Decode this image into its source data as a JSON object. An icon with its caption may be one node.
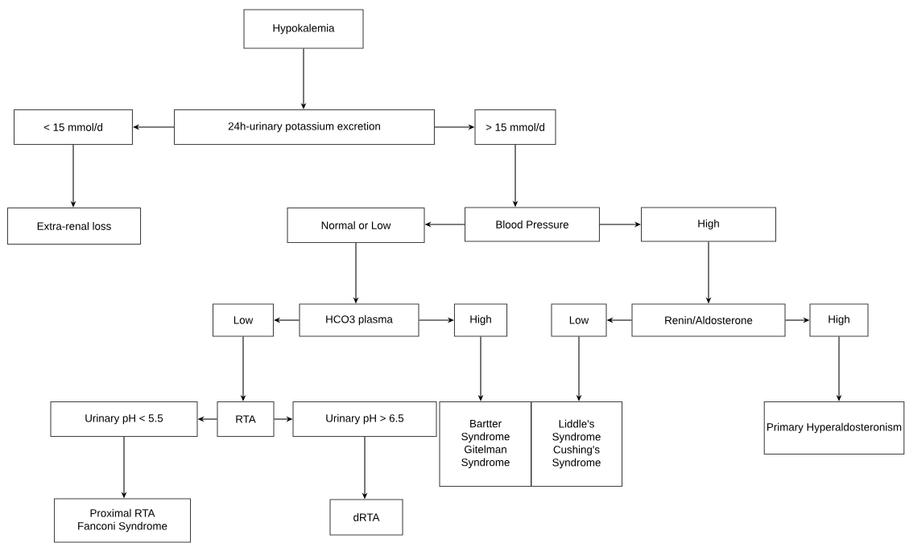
{
  "diagram": {
    "nodes": [
      {
        "text": [
          "Hypokalemia"
        ]
      },
      {
        "text": [
          "24h-urinary potassium excretion"
        ]
      },
      {
        "text": [
          "< 15 mmol/d"
        ]
      },
      {
        "text": [
          "> 15 mmol/d"
        ]
      },
      {
        "text": [
          "Extra-renal loss"
        ]
      },
      {
        "text": [
          "Normal or Low"
        ]
      },
      {
        "text": [
          "Blood Pressure"
        ]
      },
      {
        "text": [
          "High"
        ]
      },
      {
        "text": [
          "Low"
        ]
      },
      {
        "text": [
          "HCO3 plasma"
        ]
      },
      {
        "text": [
          "High"
        ]
      },
      {
        "text": [
          "Low"
        ]
      },
      {
        "text": [
          "Renin/Aldosterone"
        ]
      },
      {
        "text": [
          "High"
        ]
      },
      {
        "text": [
          "Urinary pH < 5.5"
        ]
      },
      {
        "text": [
          "RTA"
        ]
      },
      {
        "text": [
          "Urinary pH > 6.5"
        ]
      },
      {
        "text": [
          "Bartter Syndrome",
          "Gitelman Syndrome"
        ]
      },
      {
        "text": [
          "Liddle's Syndrome",
          "Cushing's Syndrome"
        ]
      },
      {
        "text": [
          "Primary Hyperaldosteronism"
        ]
      },
      {
        "text": [
          "Proximal RTA",
          "Fanconi Syndrome"
        ]
      },
      {
        "text": [
          "dRTA"
        ]
      }
    ],
    "edges": [
      {
        "from": 0,
        "to": 1,
        "arrow": "to"
      },
      {
        "from": 1,
        "to": 2,
        "arrow": "to"
      },
      {
        "from": 1,
        "to": 3,
        "arrow": "to"
      },
      {
        "from": 2,
        "to": 4,
        "arrow": "to"
      },
      {
        "from": 3,
        "to": 6,
        "arrow": "to"
      },
      {
        "from": 6,
        "to": 5,
        "arrow": "to"
      },
      {
        "from": 6,
        "to": 7,
        "arrow": "to"
      },
      {
        "from": 5,
        "to": 9,
        "arrow": "to"
      },
      {
        "from": 7,
        "to": 12,
        "arrow": "to"
      },
      {
        "from": 9,
        "to": 8,
        "arrow": "to"
      },
      {
        "from": 9,
        "to": 10,
        "arrow": "to"
      },
      {
        "from": 12,
        "to": 11,
        "arrow": "to"
      },
      {
        "from": 12,
        "to": 13,
        "arrow": "to"
      },
      {
        "from": 8,
        "to": 15,
        "arrow": "to"
      },
      {
        "from": 10,
        "to": 17,
        "arrow": "to"
      },
      {
        "from": 11,
        "to": 18,
        "arrow": "to"
      },
      {
        "from": 13,
        "to": 19,
        "arrow": "to"
      },
      {
        "from": 15,
        "to": 14,
        "arrow": "to"
      },
      {
        "from": 15,
        "to": 16,
        "arrow": "to"
      },
      {
        "from": 14,
        "to": 20,
        "arrow": "to"
      },
      {
        "from": 16,
        "to": 21,
        "arrow": "to"
      }
    ]
  }
}
